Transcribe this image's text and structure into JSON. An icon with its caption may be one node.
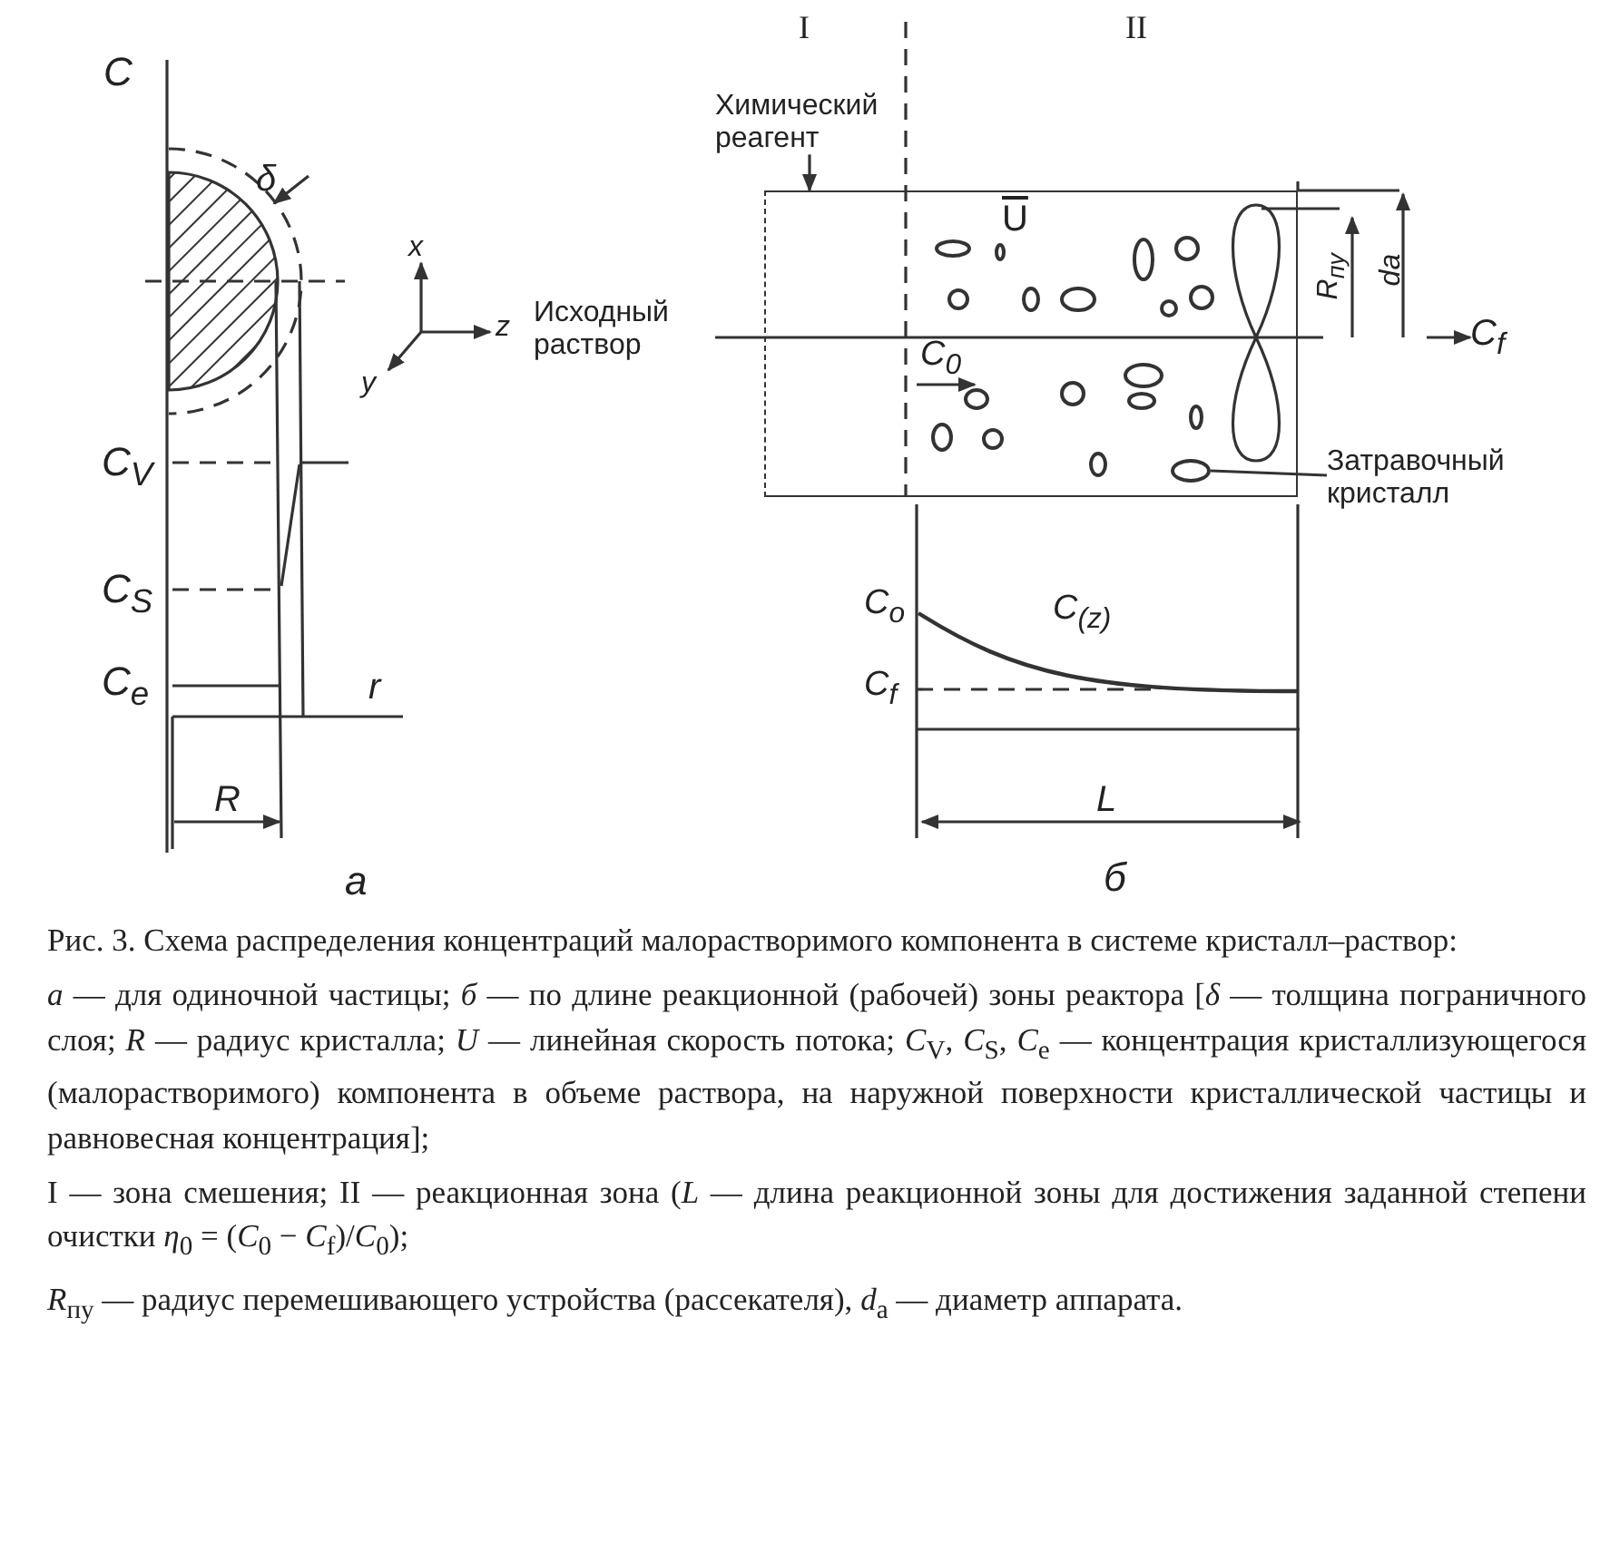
{
  "diagram": {
    "caption": "Рис. 3. Схема распределения концентраций малорастворимого компонента в системе кристалл–раствор:",
    "nodes": [
      {
        "text": [
          "Химический реагент"
        ]
      },
      {
        "text": [],
        "shape": "box"
      },
      {
        "text": [
          "Исходный раствор"
        ]
      },
      {
        "text": [
          "Затравочный кристалл"
        ]
      },
      {
        "text": [],
        "shape": "ellipse",
        "in": 1
      },
      {
        "text": [
          "C$_{f}$"
        ]
      }
    ],
    "edges": [
      {
        "from": 0,
        "to": 1,
        "arrow": "to"
      },
      {
        "from": 2,
        "to": 1,
        "arrow": "none"
      },
      {
        "from": 3,
        "to": 4,
        "arrow": "none"
      },
      {
        "from": null,
        "to": 5,
        "arrow": "to"
      }
    ],
    "labels": [
      "I",
      "II",
      "C",
      "δ",
      "x",
      "z",
      "y",
      "C$_{V}$",
      "C$_{S}$",
      "C$_{e}$",
      "r",
      "R",
      "a",
      "U",
      "R$_{пу}$",
      "da",
      "C$_{0}$",
      "C$_{o}$",
      "C$_{(z)}$",
      "C$_{f}$",
      "L",
      "б",
      "*a* — для одиночной частицы; *б* — по длине реакционной (рабочей) зоны реактора [*δ* — толщина пограничного слоя; *R* — радиус кристалла; *U* — линейная скорость потока; *C*$_{V}$, *C*$_{S}$, *C*$_{e}$ — концентрация кристаллизующегося (малорастворимого) компонента в объеме раствора, на наружной поверхности кристаллической частицы и равновесная концентрация];",
      "I — зона смешения; II — реакционная зона (*L* — длина реакционной зоны для достижения заданной степени очистки *η*$_{0}$ = (*C*$_{0}$ − *C*$_{f}$)/*C*$_{0}$);",
      "*R*$_{пу}$ — радиус перемешивающего устройства (рассекателя), *d*$_{a}$ — диаметр аппарата."
    ]
  }
}
